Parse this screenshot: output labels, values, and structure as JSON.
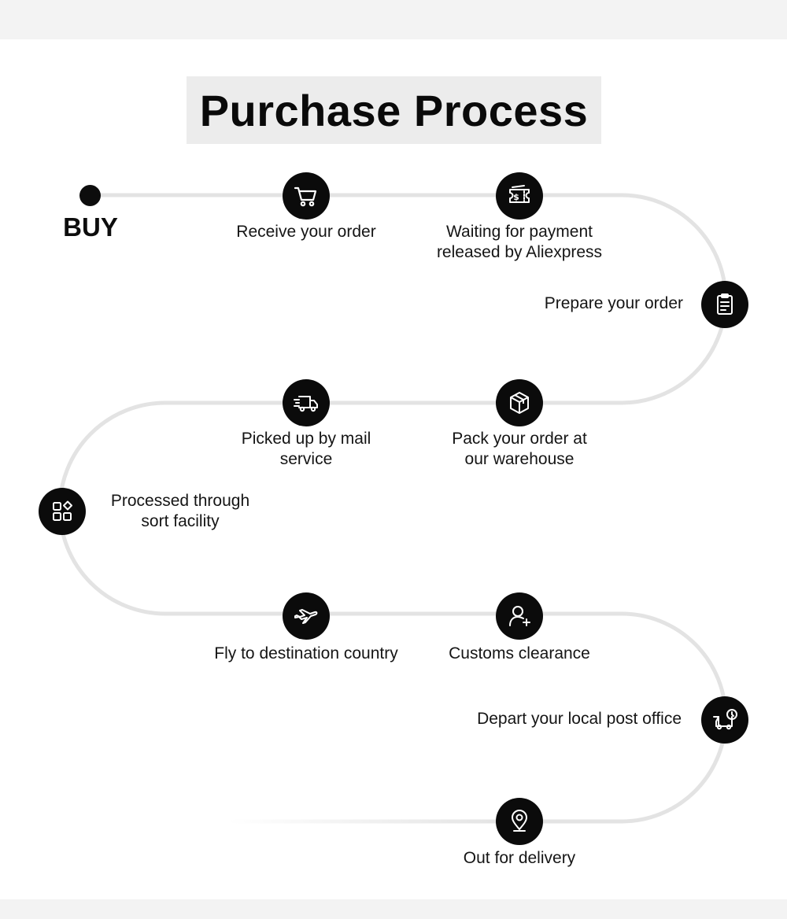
{
  "title": "Purchase Process",
  "start": {
    "label": "BUY"
  },
  "steps": [
    {
      "id": 1,
      "icon": "cart-icon",
      "lines": [
        "Receive your order"
      ]
    },
    {
      "id": 2,
      "icon": "payment-ticket-icon",
      "lines": [
        "Waiting for payment",
        "released by Aliexpress"
      ]
    },
    {
      "id": 3,
      "icon": "clipboard-icon",
      "lines": [
        "Prepare your order"
      ]
    },
    {
      "id": 4,
      "icon": "package-box-icon",
      "lines": [
        "Pack your order at",
        "our warehouse"
      ]
    },
    {
      "id": 5,
      "icon": "delivery-truck-icon",
      "lines": [
        "Picked up by mail",
        "service"
      ]
    },
    {
      "id": 6,
      "icon": "sort-grid-icon",
      "lines": [
        "Processed through",
        "sort facility"
      ]
    },
    {
      "id": 7,
      "icon": "airplane-icon",
      "lines": [
        "Fly to destination country"
      ]
    },
    {
      "id": 8,
      "icon": "user-plus-icon",
      "lines": [
        "Customs clearance"
      ]
    },
    {
      "id": 9,
      "icon": "truck-clock-icon",
      "lines": [
        "Depart your local post office"
      ]
    },
    {
      "id": 10,
      "icon": "location-pin-icon",
      "lines": [
        "Out for delivery"
      ]
    }
  ],
  "colors": {
    "node": "#0b0b0b",
    "path": "#e3e3e3",
    "title_bg": "#ececec",
    "page_bg": "#f4f4f4"
  }
}
